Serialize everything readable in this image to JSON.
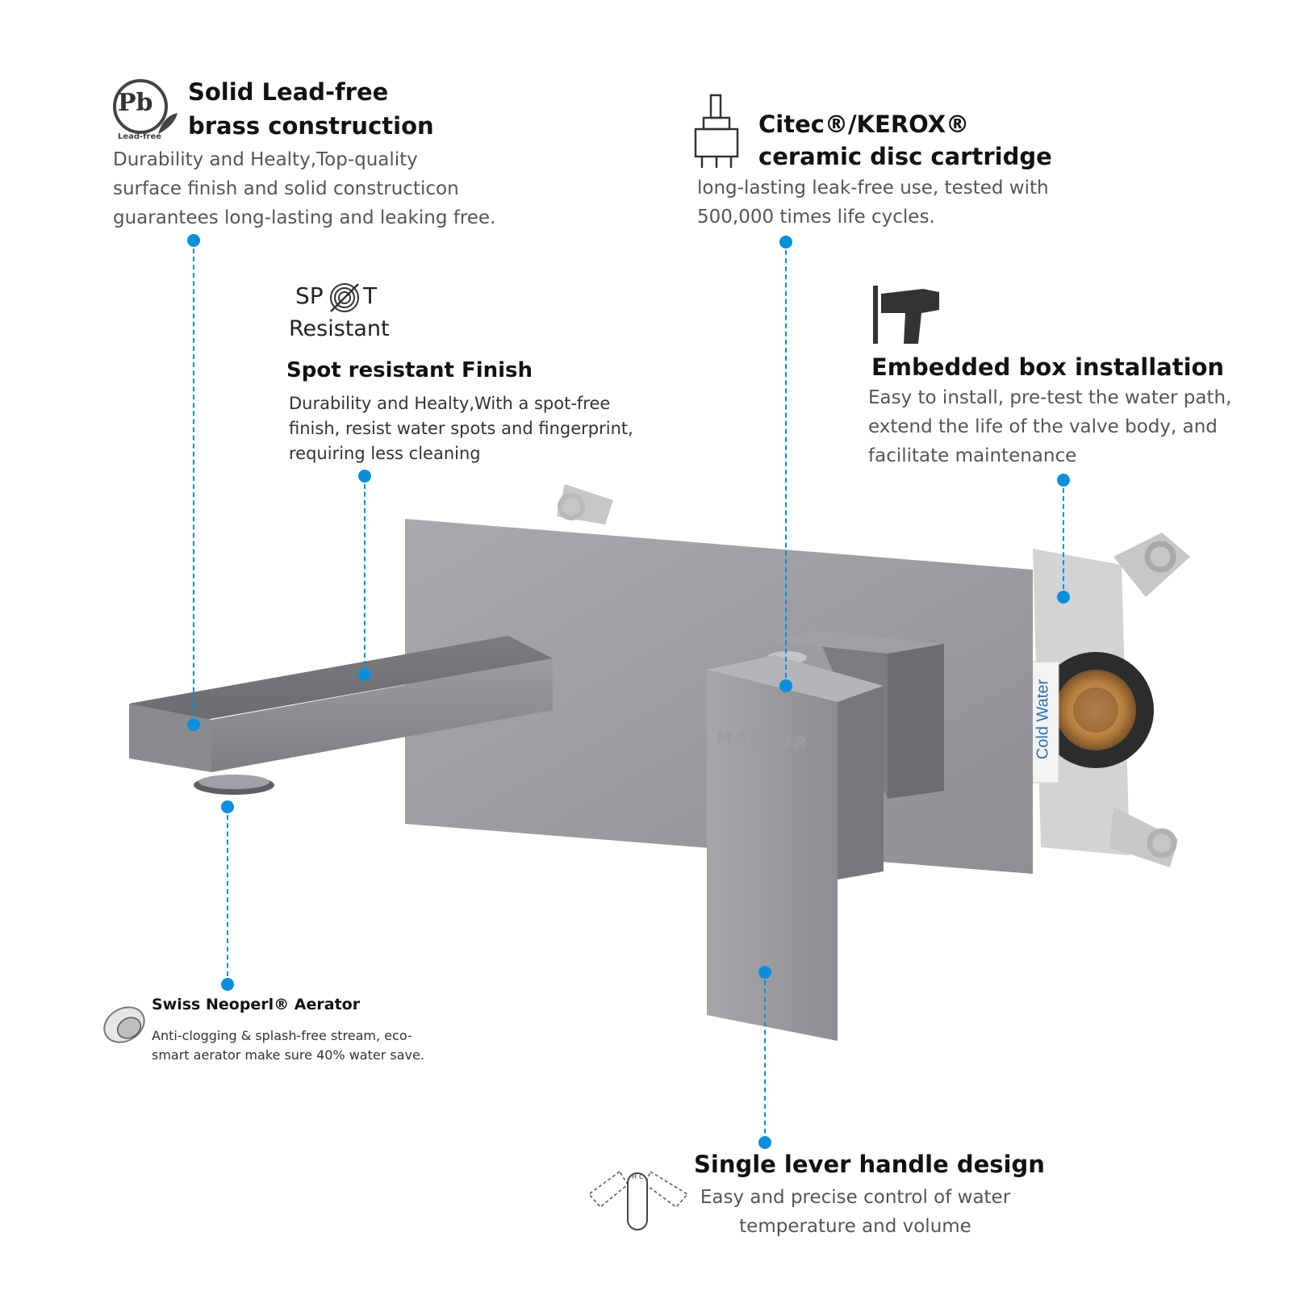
{
  "colors": {
    "accent": "#0a8fdc",
    "metal_light": "#a4a5a8",
    "metal_mid": "#8a8b8e",
    "metal_dark": "#6d6e71",
    "box_grey": "#c9cacc",
    "brass": "#c08a4a"
  },
  "features": {
    "lead_free": {
      "icon": "lead-free-icon",
      "icon_symbol": "Pb",
      "icon_caption": "Lead-free",
      "title_line1": "Solid Lead-free",
      "title_line2": "brass construction",
      "desc_line1": "Durability and Healty,Top-quality",
      "desc_line2": "surface finish and solid constructicon",
      "desc_line3": "guarantees  long-lasting and leaking free."
    },
    "spot_resistant": {
      "icon": "fingerprint-icon",
      "logo_line1_a": "SP",
      "logo_line1_b": "T",
      "logo_line2": "Resistant",
      "title": "Spot resistant Finish",
      "desc_line1": "Durability and Healty,With a spot-free",
      "desc_line2": "finish, resist water spots and fingerprint,",
      "desc_line3": "requiring less cleaning"
    },
    "cartridge": {
      "icon": "cartridge-icon",
      "title_line1": "Citec®/KEROX®",
      "title_line2": "ceramic disc cartridge",
      "desc_line1": "long-lasting leak-free use, tested with",
      "desc_line2": "500,000 times life cycles."
    },
    "embedded_box": {
      "icon": "drill-icon",
      "title": "Embedded box installation",
      "desc_line1": "Easy to install, pre-test the water path,",
      "desc_line2": "extend the life of the valve body, and",
      "desc_line3": "facilitate maintenance"
    },
    "aerator": {
      "icon": "aerator-icon",
      "title": "Swiss Neoperl® Aerator",
      "desc_line1": "Anti-clogging & splash-free stream, eco-",
      "desc_line2": "smart aerator make sure 40% water save."
    },
    "lever": {
      "icon": "lever-range-icon",
      "icon_h": "H",
      "icon_c": "C",
      "title": "Single lever handle design",
      "desc_line1": "Easy and precise control of water",
      "desc_line2": "temperature and volume"
    }
  },
  "product": {
    "brand_mark": "MAXTOR",
    "box_label": "Cold Water"
  }
}
